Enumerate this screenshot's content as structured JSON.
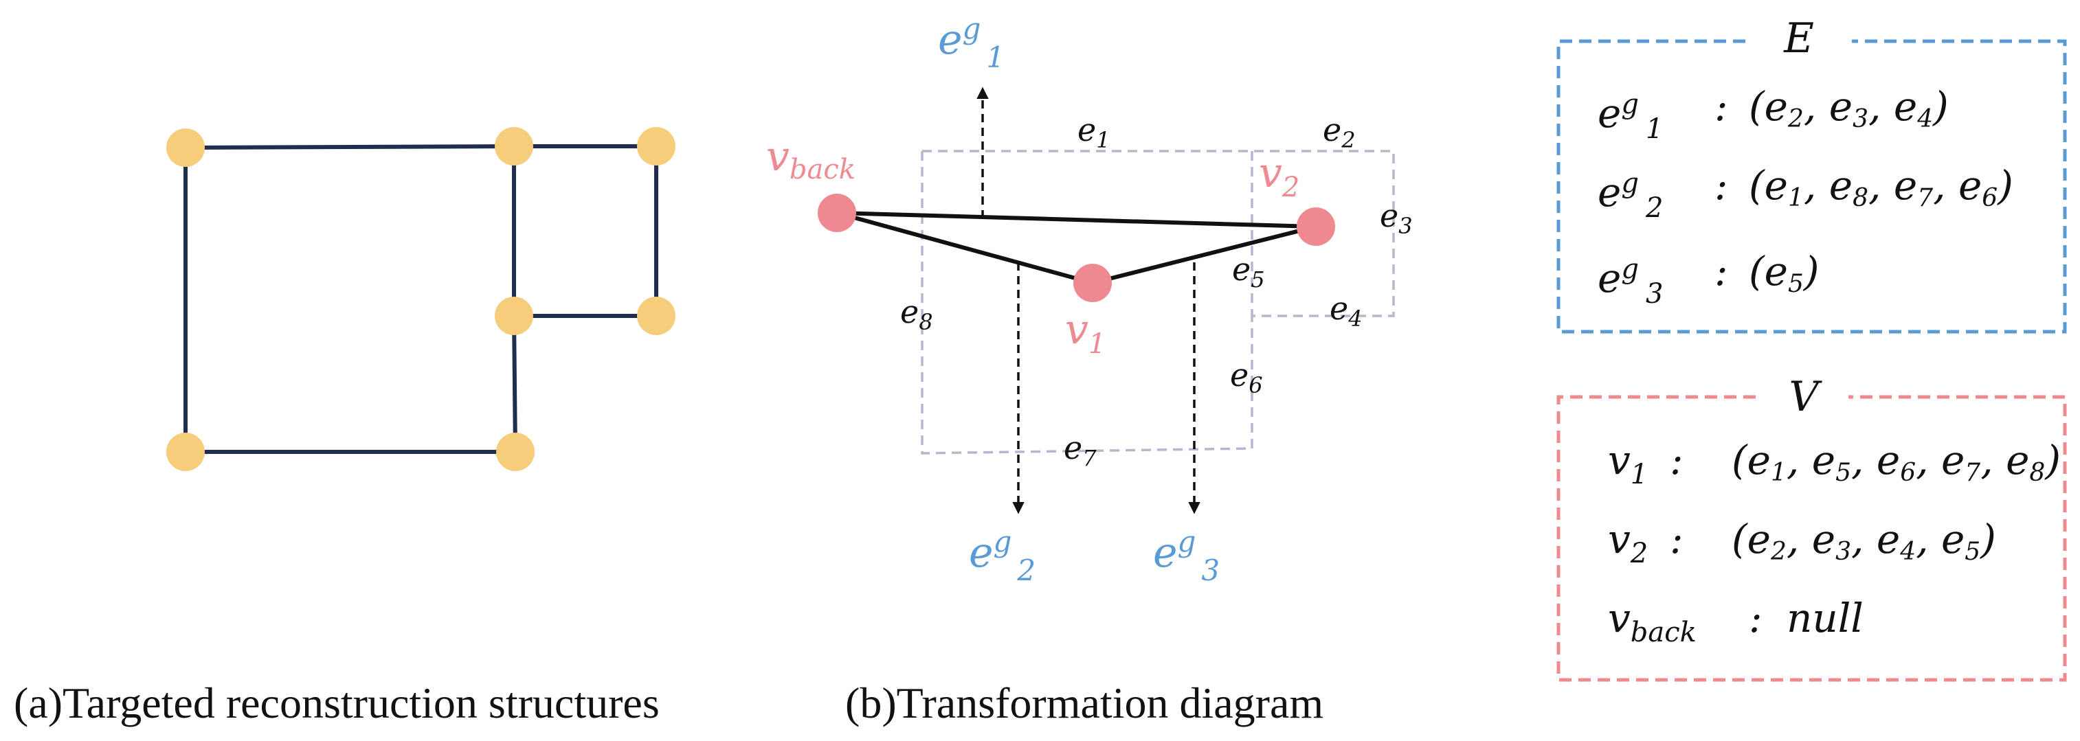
{
  "colors": {
    "graph_edge": "#1f2d4e",
    "graph_node": "#f5cd7b",
    "red_node": "#ee8a8f",
    "red_label": "#f08a92",
    "blue_label": "#5b9bd5",
    "dashed_outline": "#b8b6cf",
    "arrow": "#111111",
    "black_edge": "#111111",
    "box_E": "#5b9bd5",
    "box_V": "#ee8a8f"
  },
  "panel_a": {
    "caption": "(a)Targeted reconstruction structures"
  },
  "panel_b": {
    "caption": "(b)Transformation diagram",
    "vertices": {
      "v_back": {
        "base": "v",
        "sub": "back"
      },
      "v1": {
        "base": "v",
        "sub": "1"
      },
      "v2": {
        "base": "v",
        "sub": "2"
      }
    },
    "edge_labels": [
      {
        "id": "e1",
        "base": "e",
        "sub": "1"
      },
      {
        "id": "e2",
        "base": "e",
        "sub": "2"
      },
      {
        "id": "e3",
        "base": "e",
        "sub": "3"
      },
      {
        "id": "e4",
        "base": "e",
        "sub": "4"
      },
      {
        "id": "e5",
        "base": "e",
        "sub": "5"
      },
      {
        "id": "e6",
        "base": "e",
        "sub": "6"
      },
      {
        "id": "e7",
        "base": "e",
        "sub": "7"
      },
      {
        "id": "e8",
        "base": "e",
        "sub": "8"
      }
    ],
    "ghost_edges": [
      {
        "id": "eg1",
        "base": "e",
        "sup": "g",
        "sub": "1"
      },
      {
        "id": "eg2",
        "base": "e",
        "sup": "g",
        "sub": "2"
      },
      {
        "id": "eg3",
        "base": "e",
        "sup": "g",
        "sub": "3"
      }
    ]
  },
  "box_E": {
    "title": "E",
    "rows": [
      {
        "name": {
          "base": "e",
          "sup": "g",
          "sub": "1"
        },
        "colon": ":",
        "open": "(",
        "close": ")",
        "items": [
          {
            "base": "e",
            "sub": "2"
          },
          {
            "base": "e",
            "sub": "3"
          },
          {
            "base": "e",
            "sub": "4"
          }
        ]
      },
      {
        "name": {
          "base": "e",
          "sup": "g",
          "sub": "2"
        },
        "colon": ":",
        "open": "(",
        "close": ")",
        "items": [
          {
            "base": "e",
            "sub": "1"
          },
          {
            "base": "e",
            "sub": "8"
          },
          {
            "base": "e",
            "sub": "7"
          },
          {
            "base": "e",
            "sub": "6"
          }
        ]
      },
      {
        "name": {
          "base": "e",
          "sup": "g",
          "sub": "3"
        },
        "colon": ":",
        "open": "(",
        "close": ")",
        "items": [
          {
            "base": "e",
            "sub": "5"
          }
        ]
      }
    ]
  },
  "box_V": {
    "title": "V",
    "rows": [
      {
        "name": {
          "base": "v",
          "sub": "1"
        },
        "colon": ":",
        "open": "(",
        "close": ")",
        "items": [
          {
            "base": "e",
            "sub": "1"
          },
          {
            "base": "e",
            "sub": "5"
          },
          {
            "base": "e",
            "sub": "6"
          },
          {
            "base": "e",
            "sub": "7"
          },
          {
            "base": "e",
            "sub": "8"
          }
        ]
      },
      {
        "name": {
          "base": "v",
          "sub": "2"
        },
        "colon": ":",
        "open": "(",
        "close": ")",
        "items": [
          {
            "base": "e",
            "sub": "2"
          },
          {
            "base": "e",
            "sub": "3"
          },
          {
            "base": "e",
            "sub": "4"
          },
          {
            "base": "e",
            "sub": "5"
          }
        ]
      },
      {
        "name": {
          "base": "v",
          "sub": "back"
        },
        "colon": ":",
        "value": "null"
      }
    ]
  }
}
